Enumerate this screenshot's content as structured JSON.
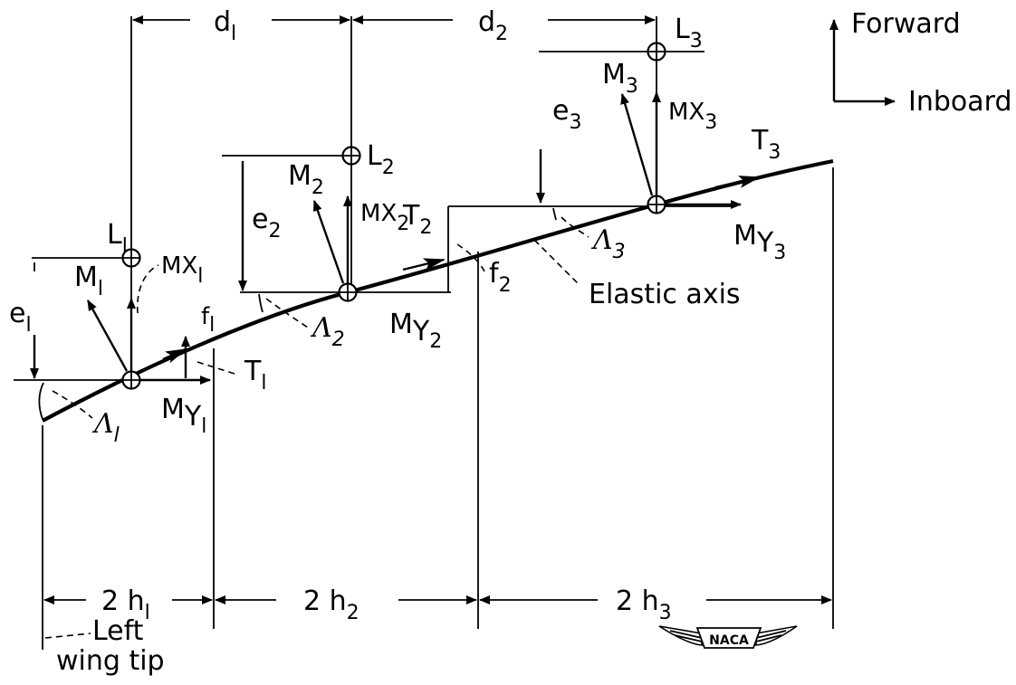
{
  "legend": {
    "forward": "Forward",
    "inboard": "Inboard"
  },
  "labels": {
    "d1": "d",
    "d1_sub": "l",
    "d2": "d",
    "d2_sub": "2",
    "L1": "L",
    "L1_sub": "l",
    "L2": "L",
    "L2_sub": "2",
    "L3": "L",
    "L3_sub": "3",
    "M1": "M",
    "M1_sub": "l",
    "M2": "M",
    "M2_sub": "2",
    "M3": "M",
    "M3_sub": "3",
    "MX1": "M",
    "MX1_x": "X",
    "MX1_sub": "l",
    "MX2": "M",
    "MX2_x": "X",
    "MX2_sub": "2",
    "MX3": "M",
    "MX3_x": "X",
    "MX3_sub": "3",
    "MY1": "M",
    "MY1_y": "Y",
    "MY1_sub": "l",
    "MY2": "M",
    "MY2_y": "Y",
    "MY2_sub": "2",
    "MY3": "M",
    "MY3_y": "Y",
    "MY3_sub": "3",
    "e1": "e",
    "e1_sub": "l",
    "e2": "e",
    "e2_sub": "2",
    "e3": "e",
    "e3_sub": "3",
    "f1": "f",
    "f1_sub": "l",
    "f2": "f",
    "f2_sub": "2",
    "T1": "T",
    "T1_sub": "l",
    "T2": "T",
    "T2_sub": "2",
    "T3": "T",
    "T3_sub": "3",
    "Lam1": "Λ",
    "Lam1_sub": "l",
    "Lam2": "Λ",
    "Lam2_sub": "2",
    "Lam3": "Λ",
    "Lam3_sub": "3",
    "elastic_axis": "Elastic axis",
    "h1": "2 h",
    "h1_sub": "l",
    "h2": "2 h",
    "h2_sub": "2",
    "h3": "2 h",
    "h3_sub": "3",
    "left_wing_tip_1": "Left",
    "left_wing_tip_2": "wing tip",
    "logo": "NACA"
  }
}
